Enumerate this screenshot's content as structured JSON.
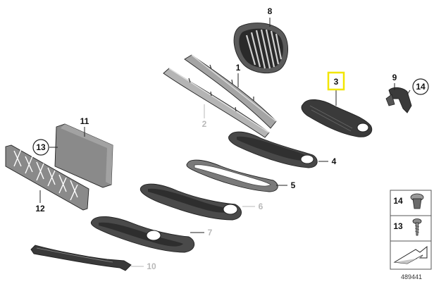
{
  "diagram": {
    "callouts": {
      "c1": "1",
      "c2": "2",
      "c3": "3",
      "c4": "4",
      "c5": "5",
      "c6": "6",
      "c7": "7",
      "c8": "8",
      "c9": "9",
      "c10": "10",
      "c11": "11",
      "c12": "12",
      "c13": "13",
      "c14": "14"
    },
    "legend": {
      "fastener_14": "14",
      "fastener_13": "13"
    },
    "diagram_number": "489441",
    "colors": {
      "highlight_box": "#f2e600",
      "greyed_label": "#b9b9b9",
      "part_dark": "#3d3d3d",
      "part_grey": "#9a9a9a"
    }
  }
}
